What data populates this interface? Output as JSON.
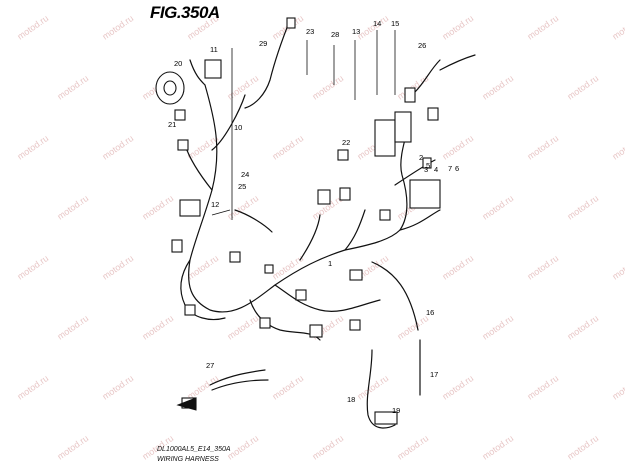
{
  "figure": {
    "title": "FIG.350A",
    "model_code": "DL1000AL5_E14_350A",
    "section_name": "WIRING HARNESS"
  },
  "watermark_text": "motod.ru",
  "colors": {
    "line": "#111111",
    "background": "#ffffff",
    "watermark": "#e8c7c7"
  },
  "callouts": [
    "1",
    "2",
    "3",
    "4",
    "5",
    "6",
    "7",
    "10",
    "11",
    "12",
    "13",
    "14",
    "15",
    "16",
    "17",
    "18",
    "19",
    "20",
    "21",
    "22",
    "23",
    "24",
    "25",
    "26",
    "27",
    "28",
    "29"
  ]
}
